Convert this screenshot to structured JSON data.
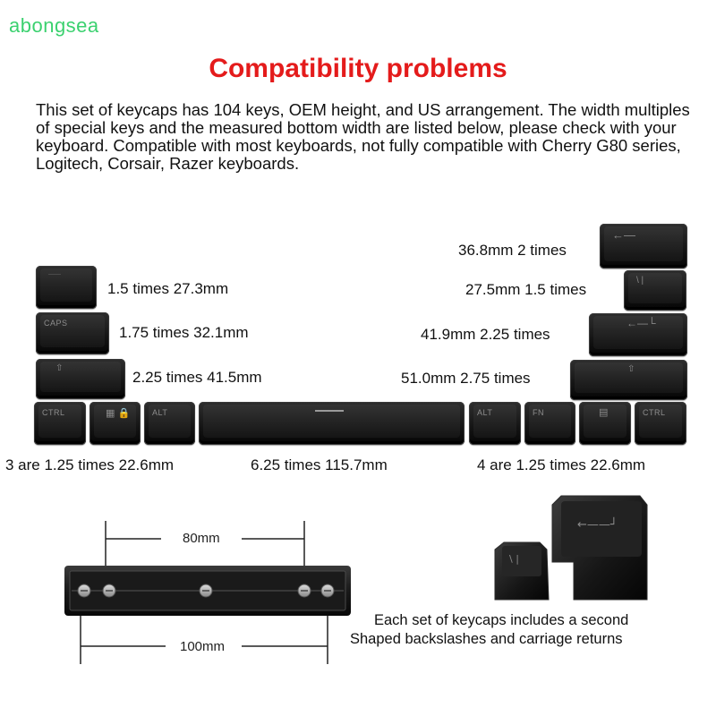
{
  "watermark": "abongsea",
  "title": "Compatibility problems",
  "description": "This set of keycaps has 104 keys, OEM height, and US arrangement. The width multiples of special keys and the measured bottom width are listed below, please check with your keyboard. Compatible with most keyboards, not fully compatible with Cherry G80 series, Logitech, Corsair, Razer keyboards.",
  "left_keys": {
    "k150": {
      "label": "1.5 times 27.3mm"
    },
    "k175": {
      "label": "1.75 times 32.1mm",
      "legend": "CAPS"
    },
    "k225": {
      "label": "2.25 times 41.5mm"
    }
  },
  "right_keys": {
    "k368": {
      "label": "36.8mm 2 times"
    },
    "k275": {
      "label": "27.5mm 1.5 times"
    },
    "k419": {
      "label": "41.9mm 2.25 times"
    },
    "k510": {
      "label": "51.0mm 2.75 times"
    }
  },
  "bottom_row": {
    "left": {
      "legends": [
        "CTRL",
        "",
        "ALT"
      ],
      "label": "3 are 1.25 times 22.6mm"
    },
    "space": {
      "label": "6.25 times 115.7mm"
    },
    "right": {
      "legends": [
        "ALT",
        "FN",
        "",
        "CTRL"
      ],
      "label": "4 are 1.25 times 22.6mm"
    }
  },
  "stabilizer": {
    "top_measure": "80mm",
    "bottom_measure": "100mm"
  },
  "extras_note": {
    "line1": "Each set of keycaps includes a second",
    "line2": "Shaped backslashes and carriage returns"
  },
  "icons": [
    "up-arrow-icon",
    "left-arrow-icon",
    "windows-lock-icon",
    "menu-icon",
    "backslash-icon"
  ]
}
